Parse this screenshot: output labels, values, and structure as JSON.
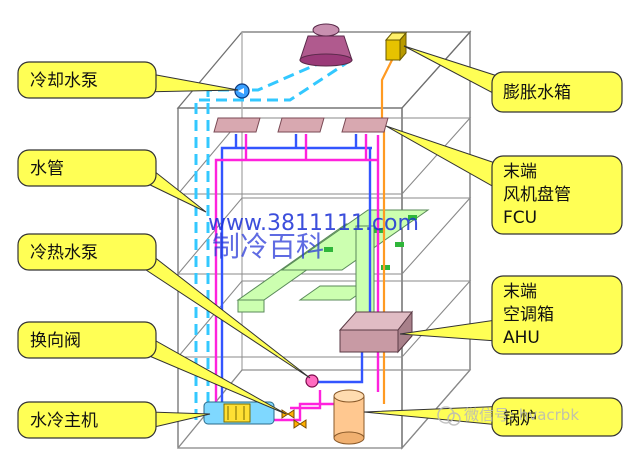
{
  "labels": {
    "cooling_pump": "冷却水泵",
    "water_pipe": "水管",
    "hot_cold_pump": "冷热水泵",
    "reversing_valve": "换向阀",
    "chiller": "水冷主机",
    "expansion_tank": "膨胀水箱",
    "fcu_line1": "末端",
    "fcu_line2": "风机盘管",
    "fcu_line3": "FCU",
    "ahu_line1": "末端",
    "ahu_line2": "空调箱",
    "ahu_line3": "AHU",
    "boiler": "锅炉"
  },
  "watermark": {
    "url": "www.3811111.com",
    "cn": "制冷百科",
    "corner": "微信号: hvacrbk"
  },
  "colors": {
    "callout_fill": "#ffff55",
    "callout_stroke": "#333333",
    "cooling_water": "#33c8ff",
    "chilled_supply": "#3355ff",
    "chilled_return": "#ff22dd",
    "expansion_line": "#ff9a22",
    "duct": "#ccffb0",
    "unit_box": "#d8a8b0"
  }
}
